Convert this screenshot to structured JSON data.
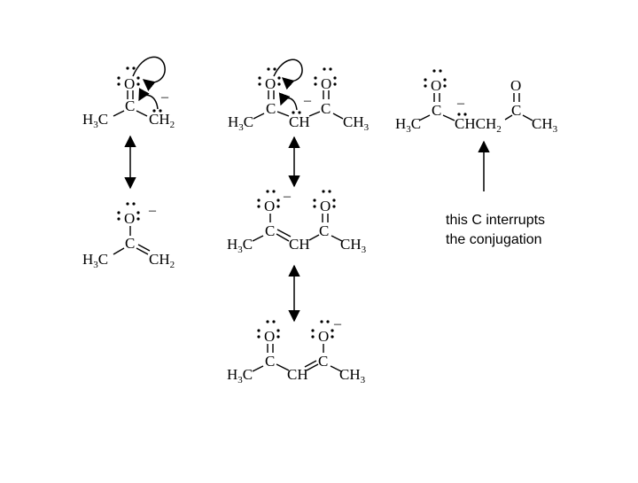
{
  "labels": {
    "O": "O",
    "C": "C",
    "H3C_main": "H",
    "CH3_main": "CH",
    "CH2_main": "CH",
    "CH": "CH",
    "CHCH_main": "CHCH",
    "sub3": "3",
    "sub2": "2",
    "minus": "–"
  },
  "annotation": {
    "line1": "this C interrupts",
    "line2": "the conjugation"
  }
}
